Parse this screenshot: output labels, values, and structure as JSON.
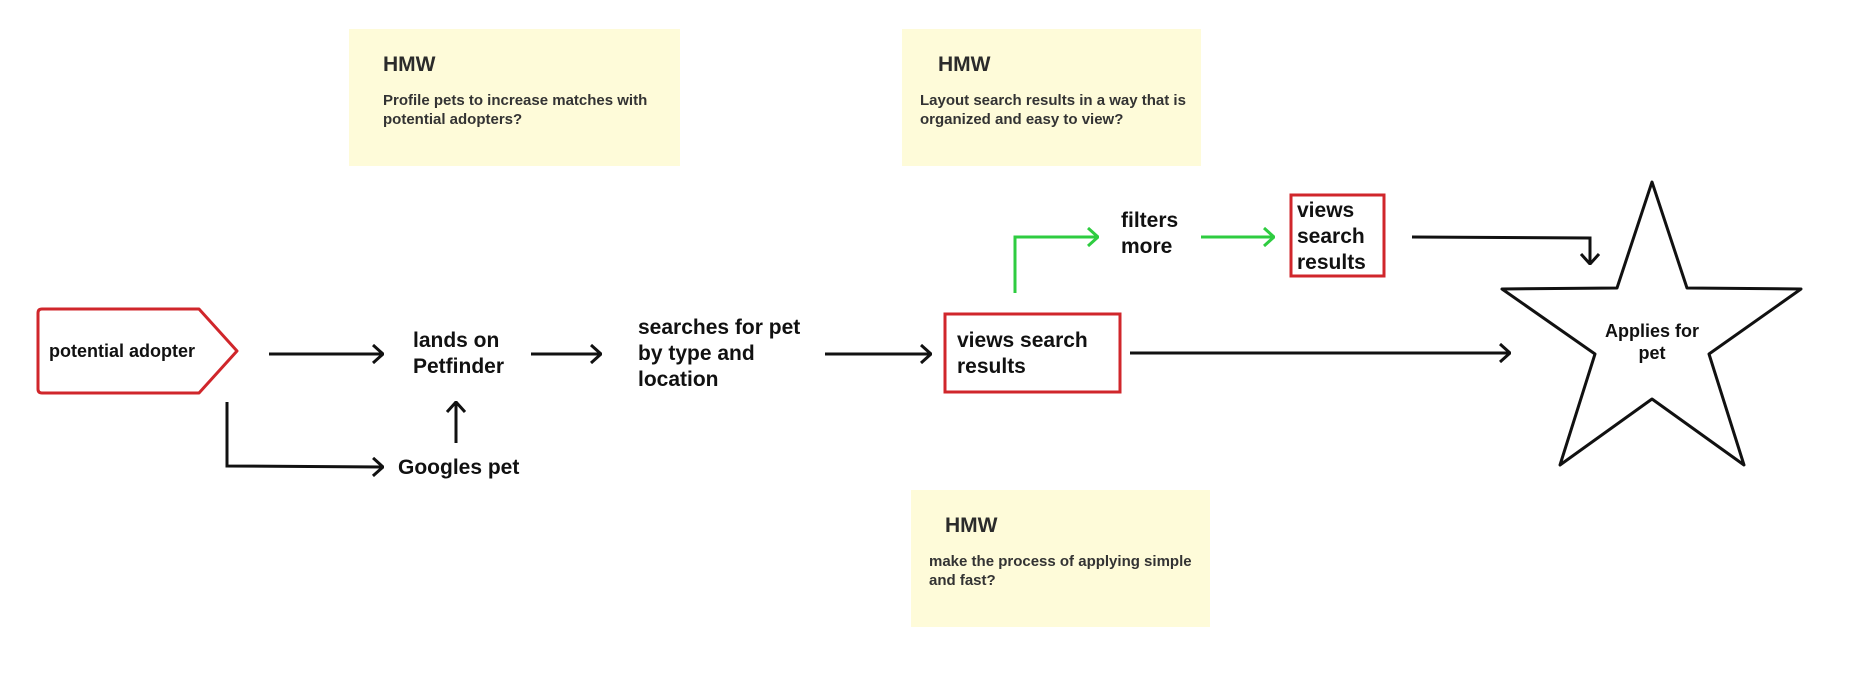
{
  "hmw_notes": [
    {
      "title": "HMW",
      "text": "Profile pets to increase matches with potential adopters?"
    },
    {
      "title": "HMW",
      "text": "Layout search results in a way that is organized and easy to view?"
    },
    {
      "title": "HMW",
      "text": "make the process of applying simple and fast?"
    }
  ],
  "flow": {
    "start": "potential adopter",
    "lands": "lands on Petfinder",
    "googles": "Googles pet",
    "searches": "searches for pet by type and location",
    "views_main": "views search results",
    "filters": "filters more",
    "views_filtered": "views search results",
    "applies": "Applies for pet"
  },
  "colors": {
    "box_border": "#d0262b",
    "green_arrow": "#2ecc40",
    "black_arrow": "#111111",
    "sticky_bg": "#fefbd9"
  }
}
